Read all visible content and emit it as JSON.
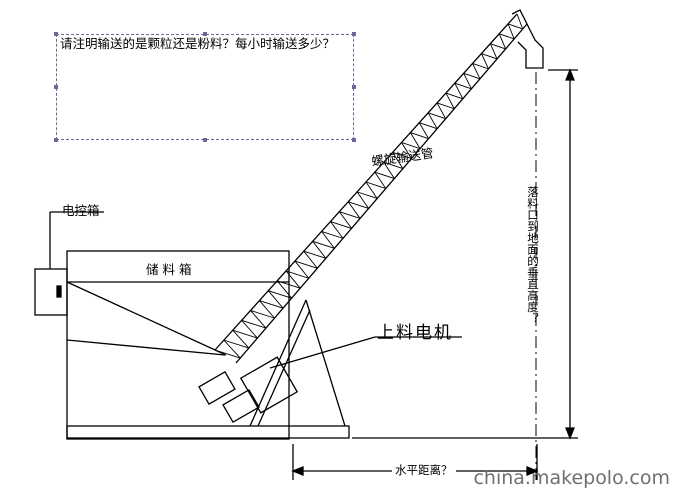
{
  "note": {
    "text": "请注明输送的是颗粒还是粉料？每小时输送多少？"
  },
  "labels": {
    "control_box": "电控箱",
    "storage_box": "储 料 箱",
    "screw_conveyor": "螺旋输送管",
    "feed_motor": "上料电机",
    "vertical_height": "落料口到地面的垂直高度？",
    "horizontal_distance": "水平距离？"
  },
  "watermark": "china.makepolo.com"
}
